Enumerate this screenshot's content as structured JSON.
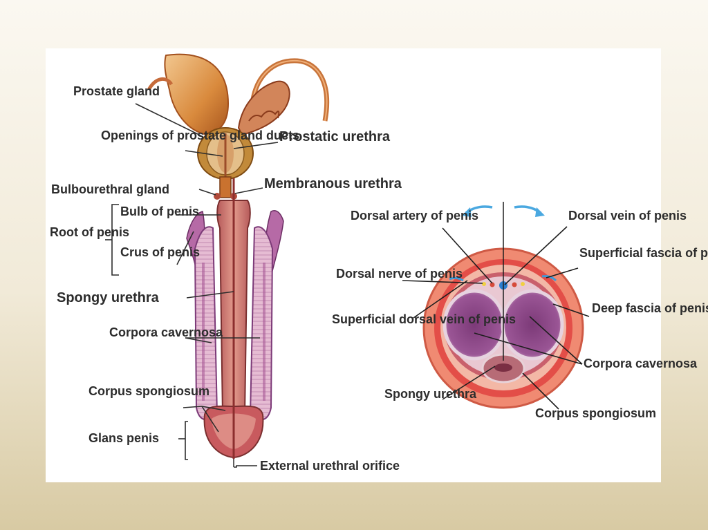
{
  "colors": {
    "background_top": "#fbf8f1",
    "background_bottom": "#d8caa3",
    "panel": "#ffffff",
    "erectile_tissue": "#e6b8cf",
    "erectile_core": "#8f4a86",
    "spongiosum": "#c56a6a",
    "prostate": "#c7852f",
    "fascia": "#f08a72",
    "arrow": "#4aa8e0"
  },
  "longitudinal_labels": {
    "prostate_gland": "Prostate\ngland",
    "openings_of_prostate_gland_ducts": "Openings\nof prostate\ngland ducts",
    "prostatic_urethra": "Prostatic\nurethra",
    "bulbourethral_gland": "Bulbourethral gland",
    "membranous_urethra": "Membranous\nurethra",
    "bulb_of_penis": "Bulb\nof penis",
    "root_of_penis": "Root of\npenis",
    "crus_of_penis": "Crus\nof penis",
    "spongy_urethra": "Spongy urethra",
    "corpora_cavernosa": "Corpora\ncavernosa",
    "corpus_spongiosum": "Corpus\nspongiosum",
    "glans_penis": "Glans penis",
    "external_urethral_orifice": "External urethral orifice"
  },
  "cross_section_labels": {
    "dorsal_artery": "Dorsal artery\nof penis",
    "dorsal_vein": "Dorsal vein\nof penis",
    "superficial_fascia": "Superficial\nfascia\nof penis",
    "dorsal_nerve": "Dorsal nerve\nof penis",
    "deep_fascia": "Deep\nfascia\nof penis",
    "superficial_dorsal_vein": "Superficial\ndorsal vein\nof penis",
    "corpora_cavernosa": "Corpora\ncavernosa",
    "spongy_urethra": "Spongy\nurethra",
    "corpus_spongiosum": "Corpus\nspongiosum"
  }
}
